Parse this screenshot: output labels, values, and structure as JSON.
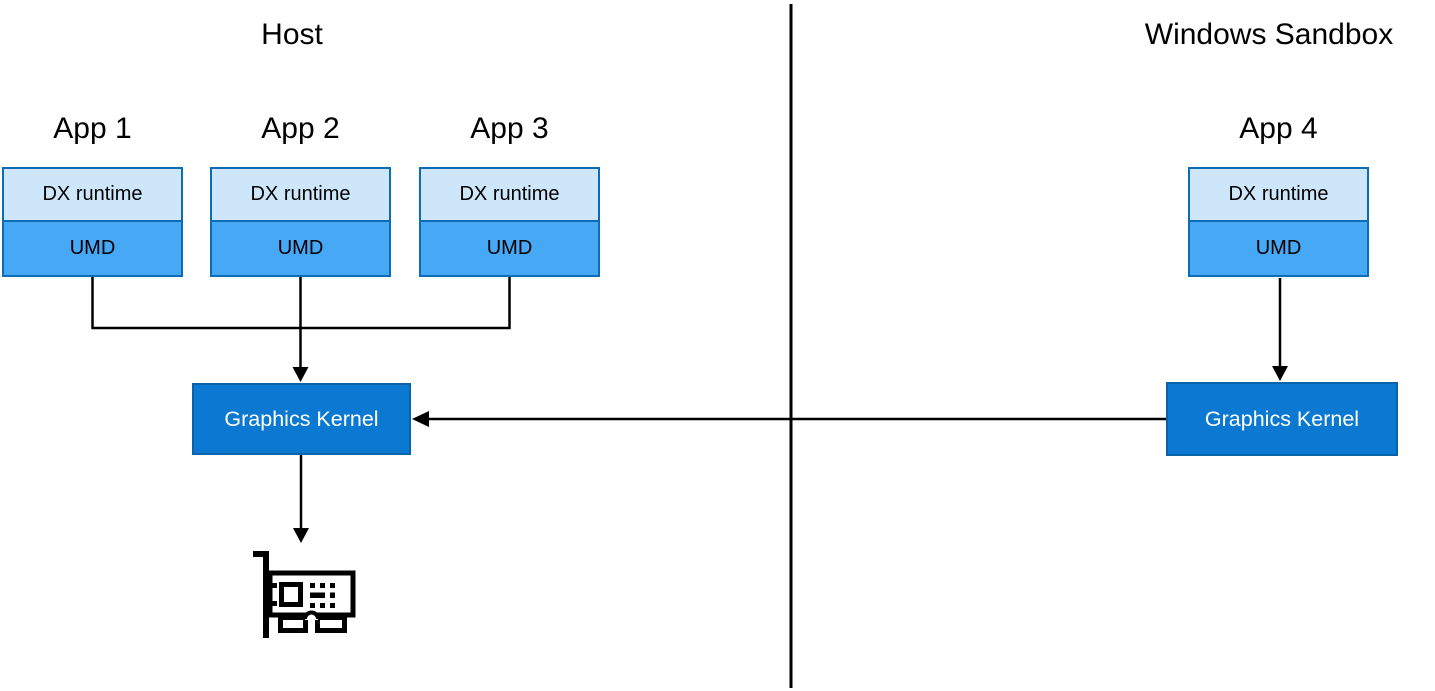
{
  "host": {
    "title": "Host",
    "apps": [
      {
        "name": "App 1",
        "layers": [
          "DX runtime",
          "UMD"
        ]
      },
      {
        "name": "App 2",
        "layers": [
          "DX runtime",
          "UMD"
        ]
      },
      {
        "name": "App 3",
        "layers": [
          "DX runtime",
          "UMD"
        ]
      }
    ],
    "kernel_label": "Graphics Kernel"
  },
  "sandbox": {
    "title": "Windows Sandbox",
    "apps": [
      {
        "name": "App 4",
        "layers": [
          "DX runtime",
          "UMD"
        ]
      }
    ],
    "kernel_label": "Graphics Kernel"
  },
  "icons": {
    "gpu": "gpu-card-icon"
  },
  "connections": [
    "App 1 UMD -> Host Graphics Kernel",
    "App 2 UMD -> Host Graphics Kernel",
    "App 3 UMD -> Host Graphics Kernel",
    "App 4 UMD -> Sandbox Graphics Kernel",
    "Sandbox Graphics Kernel -> Host Graphics Kernel",
    "Host Graphics Kernel -> GPU"
  ],
  "colors": {
    "dx_runtime_fill": "#cde6fa",
    "umd_fill": "#47a9f6",
    "app_box_border": "#0d6cb5",
    "kernel_fill": "#0b79d1",
    "kernel_border": "#0a63a9",
    "line_color": "#000000",
    "text_color": "#000000",
    "kernel_text_color": "#ffffff"
  }
}
